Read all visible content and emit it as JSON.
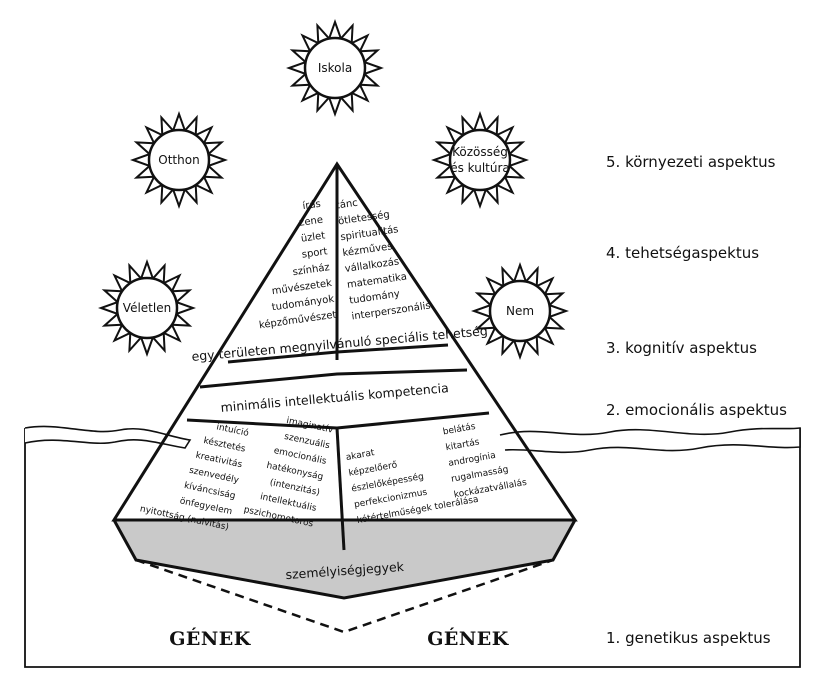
{
  "suns": {
    "iskola": "Iskola",
    "otthon": "Otthon",
    "kozosseg_line1": "Közösség",
    "kozosseg_line2": "és kultúra",
    "veletlen": "Véletlen",
    "nem": "Nem"
  },
  "aspects": {
    "a5": "5. környezeti aspektus",
    "a4": "4. tehetségaspektus",
    "a3": "3. kognitív aspektus",
    "a2": "2. emocionális aspektus",
    "a1": "1. genetikus aspektus"
  },
  "talent_left": [
    "írás",
    "zene",
    "üzlet",
    "sport",
    "színház",
    "művészetek",
    "tudományok",
    "képzőművészet"
  ],
  "talent_right": [
    "tánc",
    "ötletesség",
    "spiritualitás",
    "kézműves",
    "vállalkozás",
    "matematika",
    "tudomány",
    "interperszonális"
  ],
  "band_specific": "egy területen megnyilvánuló speciális tehetség",
  "band_minimal": "minimális intellektuális kompetencia",
  "emo_left": [
    "intuíció",
    "késztetés",
    "kreativitás",
    "szenvedély",
    "kíváncsiság",
    "önfegyelem",
    "nyitottság (naivitás)"
  ],
  "emo_middle": [
    "imaginatív",
    "szenzuális",
    "emocionális",
    "hatékonyság",
    "(intenzitás)",
    "intellektuális",
    "pszichomotoros"
  ],
  "emo_right_a": [
    "akarat",
    "képzelőerő",
    "észlelőképesség",
    "perfekcionizmus",
    "kétértelműségek tolerálása"
  ],
  "emo_right_b": [
    "belátás",
    "kitartás",
    "androgínia",
    "rugalmasság",
    "kockázatvállalás"
  ],
  "band_personality": "személyiségjegyek",
  "genes_left": "GÉNEK",
  "genes_right": "GÉNEK"
}
